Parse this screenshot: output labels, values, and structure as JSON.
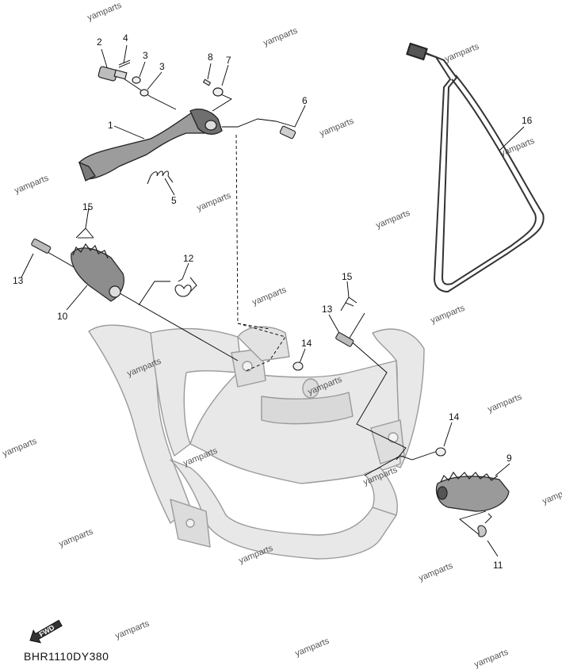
{
  "diagram_code": "BHR1110DY380",
  "fwd_label": "FWD",
  "watermark_text": "yamparts",
  "callouts": {
    "p1": "1",
    "p2": "2",
    "p3a": "3",
    "p3b": "3",
    "p4": "4",
    "p5": "5",
    "p6": "6",
    "p7": "7",
    "p8": "8",
    "p9": "9",
    "p10": "10",
    "p11": "11",
    "p12": "12",
    "p13a": "13",
    "p13b": "13",
    "p14a": "14",
    "p14b": "14",
    "p15a": "15",
    "p15b": "15",
    "p16": "16"
  },
  "colors": {
    "frame_fill": "#e6e6e6",
    "frame_stroke": "#9a9a9a",
    "part_stroke": "#222222",
    "leader": "#000000"
  }
}
